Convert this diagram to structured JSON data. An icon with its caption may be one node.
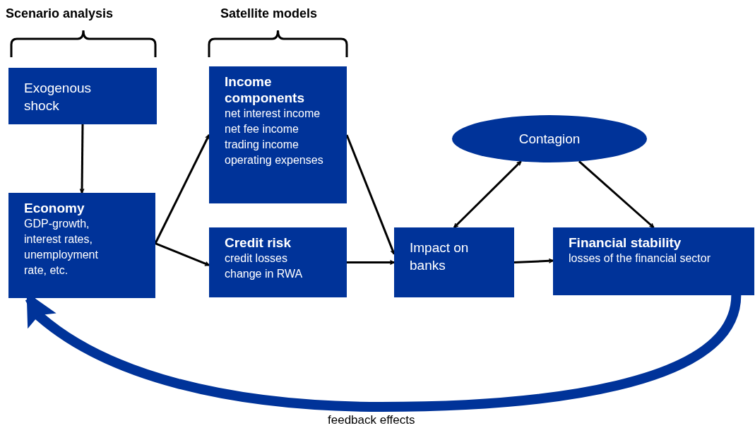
{
  "diagram": {
    "nodes": [
      {
        "text": [
          "Exogenous shock"
        ]
      },
      {
        "text": [
          "Economy",
          "GDP-growth, interest rates, unemployment rate, etc."
        ]
      },
      {
        "text": [
          "Income components",
          "net interest income",
          "net fee income",
          "trading income",
          "operating expenses"
        ]
      },
      {
        "text": [
          "Credit risk",
          "credit losses",
          "change in RWA"
        ]
      },
      {
        "text": [
          "Contagion"
        ]
      },
      {
        "text": [
          "Impact on banks"
        ]
      },
      {
        "text": [
          "Financial stability",
          "losses of the financial sector"
        ]
      }
    ],
    "edges": [
      {
        "from": 0,
        "to": 1,
        "arrow": "to"
      },
      {
        "from": 1,
        "to": 2,
        "arrow": "to"
      },
      {
        "from": 1,
        "to": 3,
        "arrow": "to"
      },
      {
        "from": 2,
        "to": 5,
        "arrow": "to"
      },
      {
        "from": 3,
        "to": 5,
        "arrow": "to"
      },
      {
        "from": 5,
        "to": 4,
        "arrow": "both"
      },
      {
        "from": 4,
        "to": 6,
        "arrow": "to"
      },
      {
        "from": 5,
        "to": 6,
        "arrow": "to"
      },
      {
        "from": 6,
        "to": 1,
        "arrow": "to",
        "label": "feedback effects",
        "style": "thick",
        "color": "#003399"
      }
    ],
    "labels": [
      "Scenario analysis",
      "Satellite models"
    ]
  }
}
